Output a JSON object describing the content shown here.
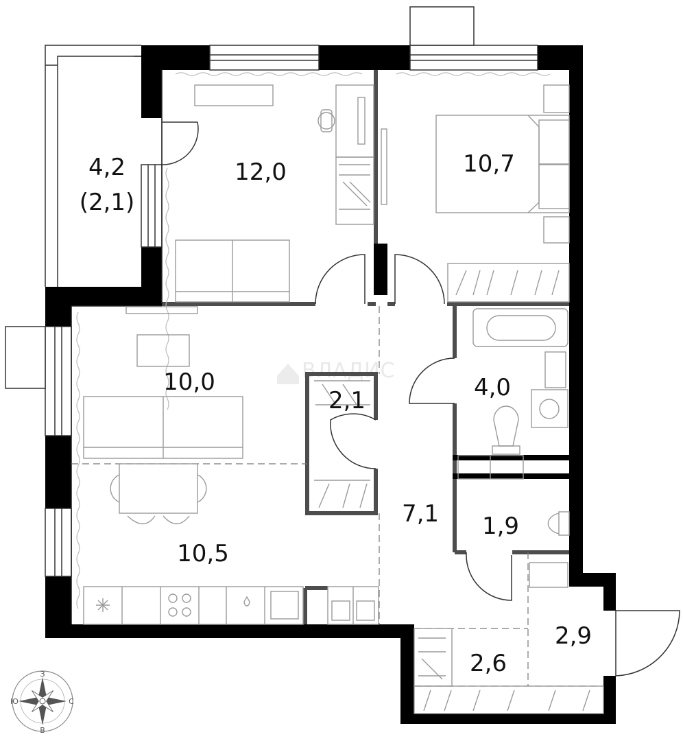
{
  "floor_plan": {
    "watermark": "ВЛАДИС",
    "rooms": [
      {
        "id": "balcony",
        "area": "4,2",
        "area_reduced": "(2,1)"
      },
      {
        "id": "room-1",
        "area": "12,0"
      },
      {
        "id": "room-2",
        "area": "10,7"
      },
      {
        "id": "living",
        "area": "10,0"
      },
      {
        "id": "kitchen",
        "area": "10,5"
      },
      {
        "id": "closet",
        "area": "2,1"
      },
      {
        "id": "hall",
        "area": "7,1"
      },
      {
        "id": "bathroom",
        "area": "4,0"
      },
      {
        "id": "toilet",
        "area": "1,9"
      },
      {
        "id": "wardrobe",
        "area": "2,6"
      },
      {
        "id": "entrance",
        "area": "2,9"
      }
    ]
  },
  "compass": {
    "north": "З",
    "south": "В",
    "west": "Ю",
    "east": "С"
  },
  "colors": {
    "wall": "#000000",
    "partition": "#4d4d4d",
    "furniture": "#9a9a9a",
    "watermark": "#e9e9e9"
  }
}
